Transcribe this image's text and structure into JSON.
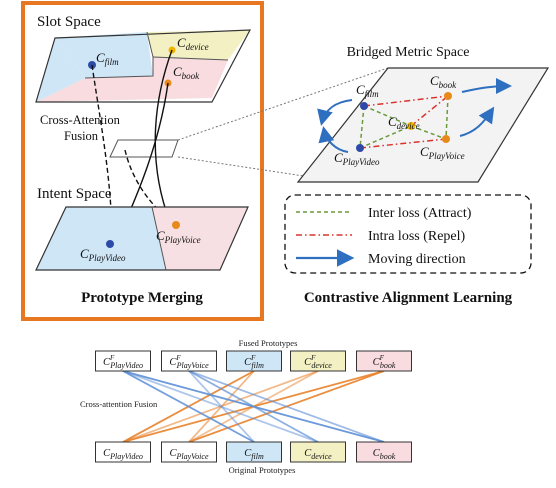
{
  "top": {
    "slot_space": "Slot Space",
    "cross_attention": [
      "Cross-Attention",
      "Fusion"
    ],
    "intent_space": "Intent Space",
    "prototype_merging": "Prototype Merging",
    "bridged_metric_space": "Bridged Metric Space",
    "contrastive_alignment": "Contrastive Alignment Learning",
    "nodes": {
      "film": [
        "C",
        "film"
      ],
      "device": [
        "C",
        "device"
      ],
      "book": [
        "C",
        "book"
      ],
      "playvideo": [
        "C",
        "PlayVideo"
      ],
      "playvoice": [
        "C",
        "PlayVoice"
      ]
    },
    "legend": {
      "inter": "Inter loss (Attract)",
      "intra": "Intra loss (Repel)",
      "moving": "Moving direction"
    }
  },
  "bottom": {
    "fused_label": "Fused Prototypes",
    "fusion_label": "Cross-attention Fusion",
    "original_label": "Original Prototypes",
    "fused_sup": "F",
    "fused": [
      {
        "base": "C",
        "sub": "PlayVideo"
      },
      {
        "base": "C",
        "sub": "PlayVoice"
      },
      {
        "base": "C",
        "sub": "film"
      },
      {
        "base": "C",
        "sub": "device"
      },
      {
        "base": "C",
        "sub": "book"
      }
    ],
    "original": [
      {
        "base": "C",
        "sub": "PlayVideo"
      },
      {
        "base": "C",
        "sub": "PlayVoice"
      },
      {
        "base": "C",
        "sub": "film"
      },
      {
        "base": "C",
        "sub": "device"
      },
      {
        "base": "C",
        "sub": "book"
      }
    ]
  },
  "colors": {
    "frame_orange": "#e87722",
    "film_blue": "#cfe6f7",
    "device_yellow": "#f3f1c4",
    "book_pink": "#f8dce0",
    "intent_blue": "#cfe6f7",
    "intent_pink": "#f6e0e4",
    "node_blue": "#2e4aa8",
    "node_orange": "#e88a1a",
    "node_red": "#c0392b",
    "node_gold": "#f0b400",
    "inter_green": "#6a9a3a",
    "intra_red": "#d9332e",
    "moving_blue": "#2e6fbf",
    "line_blue": "#5b8ed6",
    "line_orange": "#e8822a"
  }
}
